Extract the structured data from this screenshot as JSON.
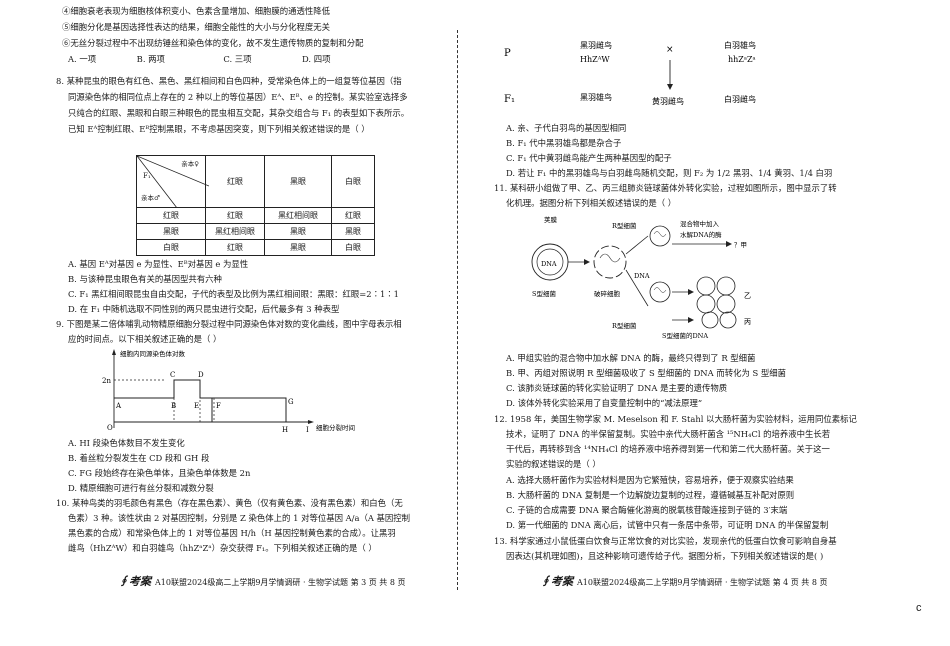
{
  "left": {
    "lines": [
      "④细胞衰老表现为细胞核体积变小、色素含量增加、细胞膜的通透性降低",
      "⑤细胞分化是基因选择性表达的结果，细胞全能性的大小与分化程度无关",
      "⑥无丝分裂过程中不出现纺锤丝和染色体的变化，故不发生遗传物质的复制和分配"
    ],
    "q7_options": [
      "A. 一项",
      "B. 两项",
      "C. 三项",
      "D. 四项"
    ],
    "q8_lines": [
      "8.  某种昆虫的眼色有红色、黑色、黑红相间和白色四种，受常染色体上的一组复等位基因（指",
      "同源染色体的相同位点上存在的 2 种以上的等位基因）Eᴬ、Eᴮ、e 的控制。某实验室选择多",
      "只纯合的红眼、黑眼和白眼三种眼色的昆虫相互交配，其杂交组合与 F₁ 的表型如下表所示。",
      "已知 Eᴬ控制红眼、Eᴮ控制黑眼，不考虑基因突变，则下列相关叙述错误的是（      ）"
    ],
    "table": {
      "corner_top": "亲本♀",
      "corner_mid": "F₁",
      "corner_bot": "亲本♂",
      "headers": [
        "红眼",
        "黑眼",
        "白眼"
      ],
      "rows": [
        {
          "label": "红眼",
          "cells": [
            "红眼",
            "黑红相间眼",
            "红眼"
          ]
        },
        {
          "label": "黑眼",
          "cells": [
            "黑红相间眼",
            "黑眼",
            "黑眼"
          ]
        },
        {
          "label": "白眼",
          "cells": [
            "红眼",
            "黑眼",
            "白眼"
          ]
        }
      ]
    },
    "q8_options": [
      "A.  基因 Eᴬ对基因 e 为显性、Eᴮ对基因 e 为显性",
      "B.  与该种昆虫眼色有关的基因型共有六种",
      "C.  F₁ 黑红相间眼昆虫自由交配，子代的表型及比例为黑红相间眼：黑眼：红眼=2∶1∶1",
      "D.  在 F₁ 中随机选取不同性别的两只昆虫进行交配，后代最多有 3 种表型"
    ],
    "q9_lines": [
      "9.  下图是某二倍体哺乳动物精原细胞分裂过程中同源染色体对数的变化曲线，图中字母表示相",
      "应的时间点。以下相关叙述正确的是（      ）"
    ],
    "graph": {
      "ylabel": "细胞内同源染色体对数",
      "xlabel": "细胞分裂时间",
      "ytick": "2n",
      "origin": "O",
      "points": [
        "A",
        "B",
        "C",
        "D",
        "E",
        "F",
        "G",
        "H",
        "I"
      ]
    },
    "q9_options": [
      "A.  HI 段染色体数目不发生变化",
      "B.  着丝粒分裂发生在 CD 段和 GH 段",
      "C.  FG 段始终存在染色单体，且染色单体数是 2n",
      "D.  精原细胞可进行有丝分裂和减数分裂"
    ],
    "q10_lines": [
      "10.  某种鸟类的羽毛颜色有黑色（存在黑色素）、黄色（仅有黄色素、没有黑色素）和白色（无",
      "色素）3 种。该性状由 2 对基因控制，分别是 Z 染色体上的 1 对等位基因 A/a（A 基因控制",
      "黑色素的合成）和常染色体上的 1 对等位基因 H/h（H 基因控制黄色素的合成）。让黑羽",
      "雌鸟（HhZᴬW）和白羽雄鸟（hhZᵃZᵃ）杂交获得 F₁。下列相关叙述正确的是（      ）"
    ],
    "footer": "A10联盟2024级高二上学期9月学情调研 · 生物学试题  第 3 页  共 8 页"
  },
  "right": {
    "cross": {
      "p_label": "P",
      "f1_label": "F₁",
      "times": "×",
      "female": "黑羽雌鸟",
      "female_geno": "HhZᴬW",
      "male": "白羽雄鸟",
      "male_geno": "hhZᵃZᵃ",
      "f1_a": "黑羽雄鸟",
      "f1_b": "黄羽雌鸟",
      "f1_c": "白羽雌鸟"
    },
    "q10_options": [
      "A.  亲、子代白羽鸟的基因型相同",
      "B.  F₁ 代中黑羽雄鸟都是杂合子",
      "C.  F₁ 代中黄羽雌鸟能产生两种基因型的配子",
      "D.  若让 F₁ 中的黑羽雄鸟与白羽雌鸟随机交配，则 F₂ 为 1/2 黑羽、1/4 黄羽、1/4 白羽"
    ],
    "q11_lines": [
      "11.  某科研小组做了甲、乙、丙三组肺炎链球菌体外转化实验，过程如图所示，图中显示了转",
      "化机理。据图分析下列相关叙述错误的是（      ）"
    ],
    "diagram": {
      "capsule": "荚膜",
      "dna_small": "DNA",
      "s_bacteria": "S型细菌",
      "broken": "破碎细胞",
      "dna": "DNA",
      "r_top": "R型细菌",
      "r_bot": "R型细菌",
      "enzyme1": "混合物中加入",
      "enzyme2": "水解DNA的酶",
      "jia": "？甲",
      "yi": "乙",
      "bing": "丙",
      "s_dna": "S型细菌的DNA"
    },
    "q11_options": [
      "A.  甲组实验的混合物中加水解 DNA 的酶，最终只得到了 R 型细菌",
      "B.  甲、丙组对照说明 R 型细菌吸收了 S 型细菌的 DNA 而转化为 S 型细菌",
      "C.  该肺炎链球菌的转化实验证明了 DNA 是主要的遗传物质",
      "D.  该体外转化实验采用了自变量控制中的“减法原理”"
    ],
    "q12_lines": [
      "12.  1958 年，美国生物学家 M. Meselson 和 F. Stahl 以大肠杆菌为实验材料，运用同位素标记",
      "技术，证明了 DNA 的半保留复制。实验中亲代大肠杆菌含 ¹⁵NH₄Cl 的培养液中生长若",
      "干代后，再转移到含 ¹⁴NH₄Cl 的培养液中培养得到第一代和第二代大肠杆菌。关于这一",
      "实验的叙述错误的是（      ）"
    ],
    "q12_options": [
      "A.  选择大肠杆菌作为实验材料是因为它繁殖快，容易培养，便于观察实验结果",
      "B.  大肠杆菌的 DNA 复制是一个边解旋边复制的过程，遵循碱基互补配对原则",
      "C.  子链的合成需要 DNA 聚合酶催化游离的脱氧核苷酸连接到子链的 3′末端",
      "D.  第一代细菌的 DNA 离心后，试管中只有一条居中条带，可证明 DNA 的半保留复制"
    ],
    "q13_lines": [
      "13.  科学家通过小鼠低蛋白饮食与正常饮食的对比实验，发现亲代的低蛋白饮食可影响自身基",
      "因表达(其机理如图)，且这种影响可遗传给子代。据图分析，下列相关叙述错误的是(      )"
    ],
    "footer": "A10联盟2024级高二上学期9月学情调研 · 生物学试题  第 4 页  共 8 页"
  },
  "logo": "∮考案",
  "corner_mark": "c"
}
